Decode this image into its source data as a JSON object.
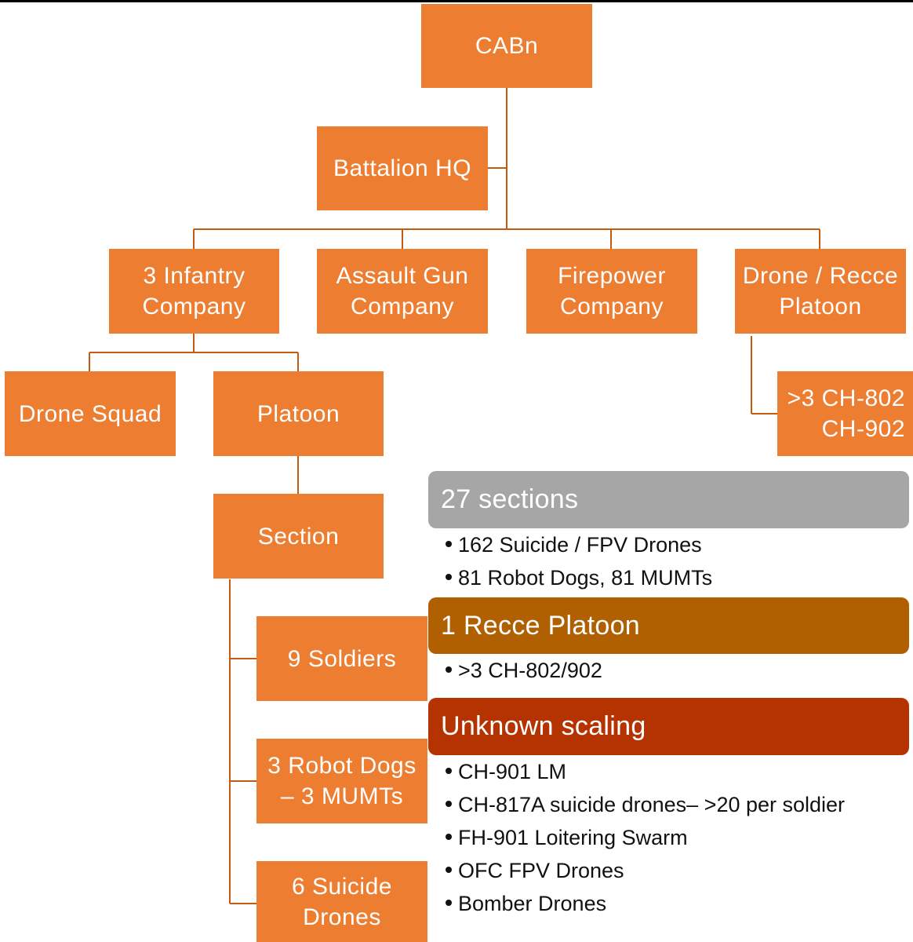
{
  "colors": {
    "box": "#ED7D31",
    "connector": "#C55A11",
    "sections_header": "#A6A6A6",
    "recce_header": "#B06000",
    "unknown_header": "#B53300"
  },
  "org_chart": {
    "cabn": "CABn",
    "battalion_hq": "Battalion HQ",
    "infantry_company": [
      "3 Infantry",
      "Company"
    ],
    "assault_gun_company": [
      "Assault Gun",
      "Company"
    ],
    "firepower_company": [
      "Firepower",
      "Company"
    ],
    "drone_recce_platoon": [
      "Drone / Recce",
      "Platoon"
    ],
    "drone_squad": "Drone Squad",
    "platoon": "Platoon",
    "ch_models": [
      ">3 CH-802",
      "CH-902"
    ],
    "section": "Section",
    "soldiers": "9 Soldiers",
    "robot_dogs": [
      "3 Robot Dogs",
      "– 3 MUMTs"
    ],
    "suicide_drones": [
      "6 Suicide",
      "Drones"
    ]
  },
  "summary": {
    "sections": {
      "header": "27 sections",
      "items": [
        "162 Suicide / FPV Drones",
        "81 Robot Dogs, 81 MUMTs"
      ]
    },
    "recce": {
      "header": "1 Recce Platoon",
      "items": [
        ">3 CH-802/902"
      ]
    },
    "unknown": {
      "header": "Unknown scaling",
      "items": [
        "CH-901 LM",
        "CH-817A suicide drones– >20 per soldier",
        "FH-901 Loitering Swarm",
        "OFC FPV Drones",
        "Bomber Drones"
      ]
    }
  }
}
